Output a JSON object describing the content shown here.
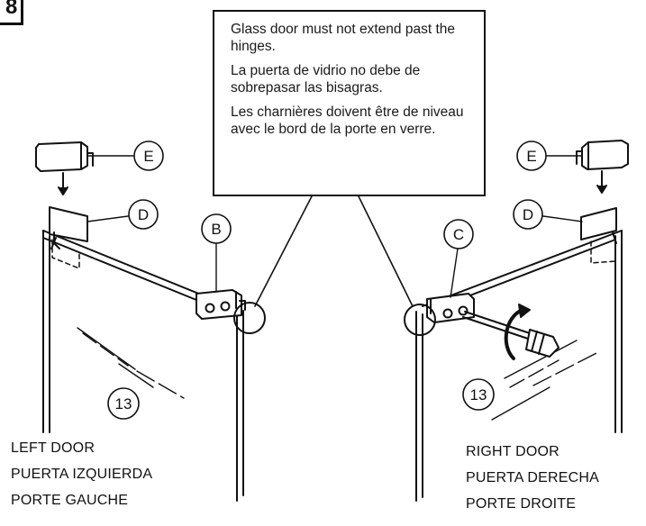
{
  "step": {
    "number": "8"
  },
  "callout": {
    "lines": [
      "Glass door must not extend past the hinges.",
      "La puerta de vidrio no debe de sobrepasar las bisagras.",
      "Les charnières doivent être de niveau avec le bord de la porte en verre."
    ]
  },
  "parts": {
    "E_left": "E",
    "D_left": "D",
    "B": "B",
    "C": "C",
    "D_right": "D",
    "E_right": "E",
    "glass_left": "13",
    "glass_right": "13"
  },
  "left_door": {
    "lines": [
      "LEFT DOOR",
      "PUERTA IZQUIERDA",
      "PORTE GAUCHE"
    ]
  },
  "right_door": {
    "lines": [
      "RIGHT DOOR",
      "PUERTA DERECHA",
      "PORTE DROITE"
    ]
  }
}
